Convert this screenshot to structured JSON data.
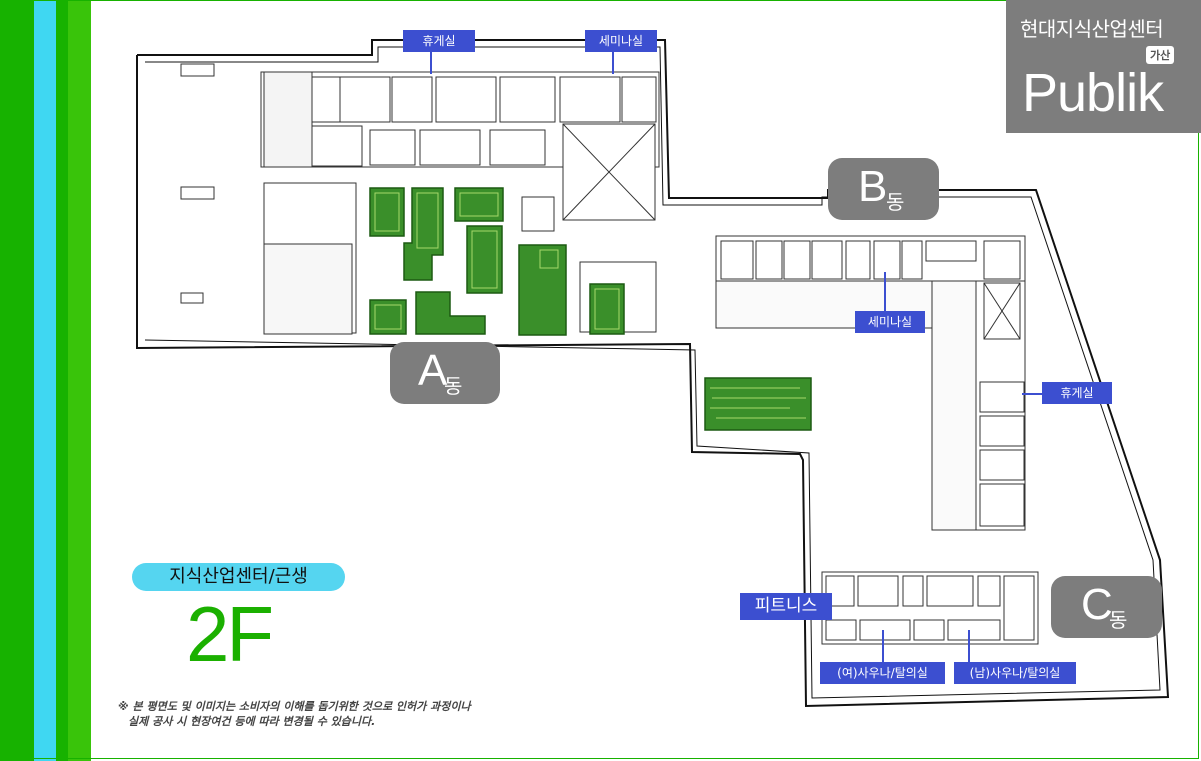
{
  "brand": {
    "title": "현대지식산업센터",
    "location": "가산",
    "logo": "Publik"
  },
  "buildings": {
    "a": {
      "letter": "A",
      "suffix": "동"
    },
    "b": {
      "letter": "B",
      "suffix": "동"
    },
    "c": {
      "letter": "C",
      "suffix": "동"
    }
  },
  "room_labels": {
    "a_lounge": "휴게실",
    "a_seminar": "세미나실",
    "b_seminar": "세미나실",
    "b_lounge": "휴게실",
    "c_fitness": "피트니스",
    "c_female_sauna": "(여)사우나/탈의실",
    "c_male_sauna": "(남)사우나/탈의실"
  },
  "usage": "지식산업센터/근생",
  "floor": "2F",
  "disclaimer": {
    "line1": "※ 본 평면도 및 이미지는 소비자의 이해를 돕기위한 것으로 인허가 과정이나",
    "line2": "실제 공사 시 현장여건 등에 따라 변경될 수 있습니다."
  },
  "colors": {
    "stripe_green": "#17b200",
    "stripe_cyan": "#3fd7f2",
    "stripe_lime": "#39c40a",
    "label_blue": "#3c4fd0",
    "badge_gray": "#7d7d7d",
    "garden_green": "#3a8f2a",
    "usage_pill": "#55d5f0"
  }
}
